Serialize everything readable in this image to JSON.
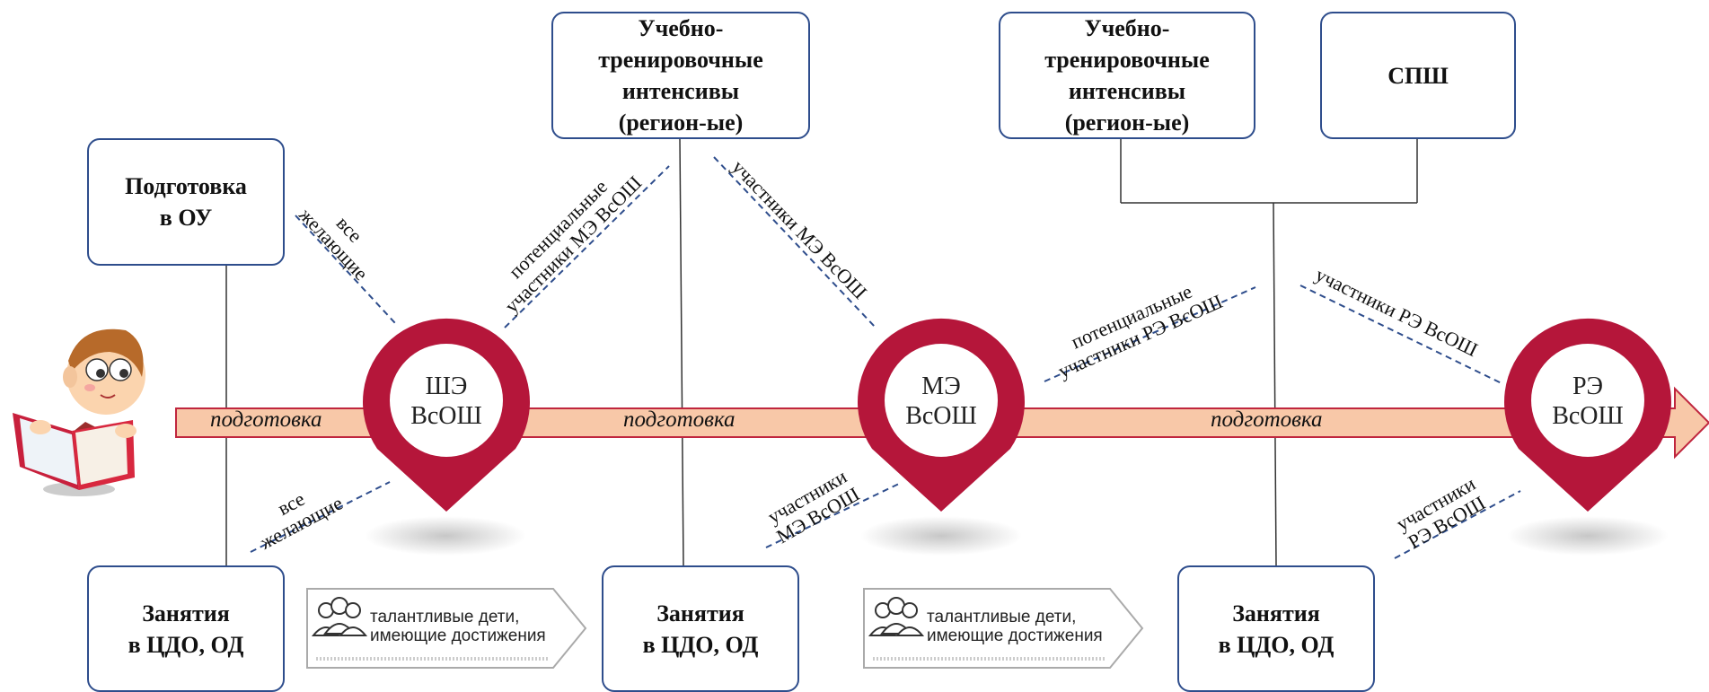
{
  "boxes": {
    "prep_ou": "Подготовка\nв ОУ",
    "intensive_1": "Учебно-\nтренировочные\nинтенсивы\n(регион-ые)",
    "intensive_2": "Учебно-\nтренировочные\nинтенсивы\n(регион-ые)",
    "sps": "СПШ",
    "cdo_1": "Занятия\nв ЦДО, ОД",
    "cdo_2": "Занятия\nв ЦДО, ОД",
    "cdo_3": "Занятия\nв ЦДО, ОД"
  },
  "stages": {
    "school": "ШЭ\nВсОШ",
    "municipal": "МЭ\nВсОШ",
    "regional": "РЭ\nВсОШ"
  },
  "flow_label": "подготовка",
  "flow_labels": [
    "подготовка",
    "подготовка",
    "подготовка"
  ],
  "links": {
    "all_willing_top": "все\nжелающие",
    "all_willing_bottom": "все\nжелающие",
    "potential_me": "потенциальные\nучастники МЭ ВсОШ",
    "participants_me_top": "участники МЭ ВсОШ",
    "participants_me_bottom": "участники\nМЭ ВсОШ",
    "potential_re": "потенциальные\nучастники РЭ ВсОШ",
    "participants_re_top": "участники РЭ ВсОШ",
    "participants_re_bottom": "участники\nРЭ ВсОШ"
  },
  "chevrons": {
    "text_1": "талантливые дети,\nимеющие достижения",
    "text_2": "талантливые дети,\nимеющие достижения",
    "icon": "people-group-icon"
  },
  "colors": {
    "box_border": "#2e4d8c",
    "pin": "#b5163a",
    "arrow_fill": "#f8c8a8",
    "arrow_border": "#c0263e",
    "dashed": "#2e4d8c"
  }
}
